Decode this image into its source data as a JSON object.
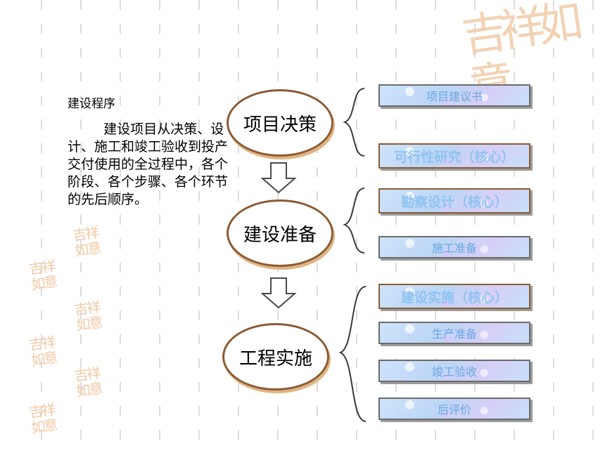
{
  "heading": "建设程序",
  "definition": "建设项目从决策、设计、施工和竣工验收到投产交付使用的全过程中，各个阶段、各个步骤、各个环节的先后顺序。",
  "stages": [
    {
      "label": "项目决策",
      "items": [
        "项目建议书",
        "可行性研究（核心）"
      ]
    },
    {
      "label": "建设准备",
      "items": [
        "勘察设计（核心）",
        "施工准备"
      ]
    },
    {
      "label": "工程实施",
      "items": [
        "建设实施（核心）",
        "生产准备",
        "竣工验收",
        "后评价"
      ]
    }
  ],
  "decor": {
    "seal_text": "吉祥如意"
  },
  "colors": {
    "ellipse_border": "#8b5b33",
    "box_text": "#6aa7e2"
  }
}
